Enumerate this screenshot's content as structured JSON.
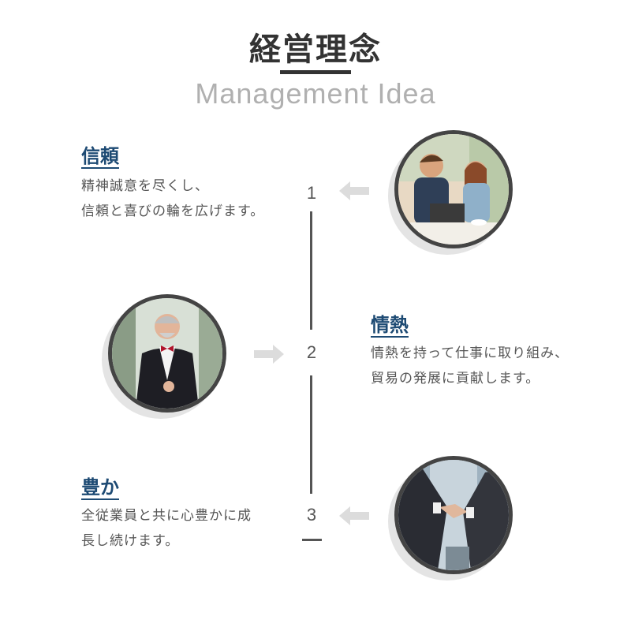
{
  "header": {
    "title": "経営理念",
    "subtitle": "Management Idea"
  },
  "items": [
    {
      "number": "1",
      "heading": "信頼",
      "lines": [
        "精神誠意を尽くし、",
        "信頼と喜びの輪を広げます。"
      ],
      "photo": "celebrating-couple-photo"
    },
    {
      "number": "2",
      "heading": "情熱",
      "lines": [
        "情熱を持って仕事に取り組み、",
        "貿易の発展に貢献します。"
      ],
      "photo": "businessman-bowtie-photo"
    },
    {
      "number": "3",
      "heading": "豊か",
      "lines": [
        "全従業員と共に心豊かに成",
        "長し続けます。"
      ],
      "photo": "handshake-photo"
    }
  ],
  "colors": {
    "heading": "#1d4a73",
    "text": "#555555",
    "arrow": "#dcdcdc",
    "line": "#555555"
  }
}
